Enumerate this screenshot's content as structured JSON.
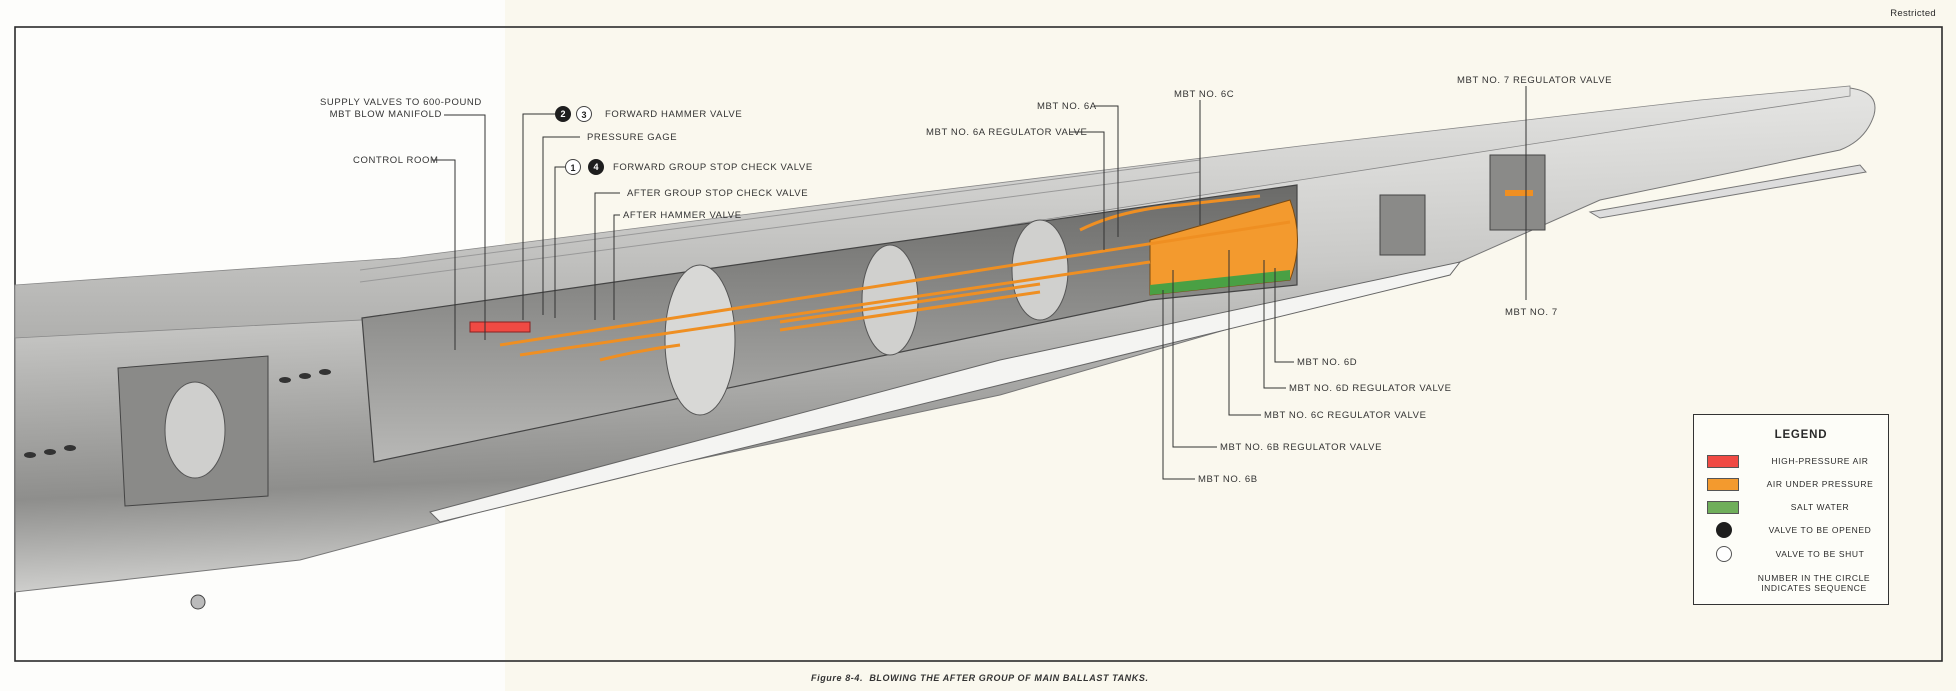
{
  "header": {
    "restricted": "Restricted"
  },
  "caption": {
    "figure": "Figure 8-4.",
    "title": "BLOWING THE AFTER GROUP OF MAIN BALLAST TANKS."
  },
  "callouts": {
    "supply_valves_line1": "SUPPLY VALVES TO 600-POUND",
    "supply_valves_line2": "MBT BLOW MANIFOLD",
    "control_room": "CONTROL ROOM",
    "forward_hammer_valve": "FORWARD HAMMER VALVE",
    "forward_hammer_seq_open": "2",
    "forward_hammer_seq_shut": "3",
    "pressure_gage": "PRESSURE GAGE",
    "forward_group_stop_check_valve": "FORWARD GROUP STOP CHECK VALVE",
    "forward_group_seq_shut": "1",
    "forward_group_seq_open": "4",
    "after_group_stop_check_valve": "AFTER GROUP STOP CHECK VALVE",
    "after_hammer_valve": "AFTER HAMMER VALVE",
    "mbt_6a": "MBT NO. 6A",
    "mbt_6a_regulator": "MBT NO. 6A REGULATOR VALVE",
    "mbt_6c": "MBT NO. 6C",
    "mbt_7_regulator": "MBT NO. 7 REGULATOR VALVE",
    "mbt_7": "MBT NO. 7",
    "mbt_6d": "MBT NO. 6D",
    "mbt_6d_regulator": "MBT NO. 6D REGULATOR VALVE",
    "mbt_6c_regulator": "MBT NO. 6C REGULATOR VALVE",
    "mbt_6b_regulator": "MBT NO. 6B REGULATOR VALVE",
    "mbt_6b": "MBT NO. 6B"
  },
  "legend": {
    "title": "LEGEND",
    "items": [
      {
        "label": "HIGH-PRESSURE AIR",
        "color": "#f04a43"
      },
      {
        "label": "AIR UNDER PRESSURE",
        "color": "#f39a2e"
      },
      {
        "label": "SALT WATER",
        "color": "#6fae5a"
      },
      {
        "label": "VALVE TO BE OPENED",
        "color": "#1e1e1e"
      },
      {
        "label": "VALVE TO BE SHUT",
        "color": "#ffffff"
      }
    ],
    "note": "NUMBER IN THE CIRCLE INDICATES SEQUENCE"
  }
}
